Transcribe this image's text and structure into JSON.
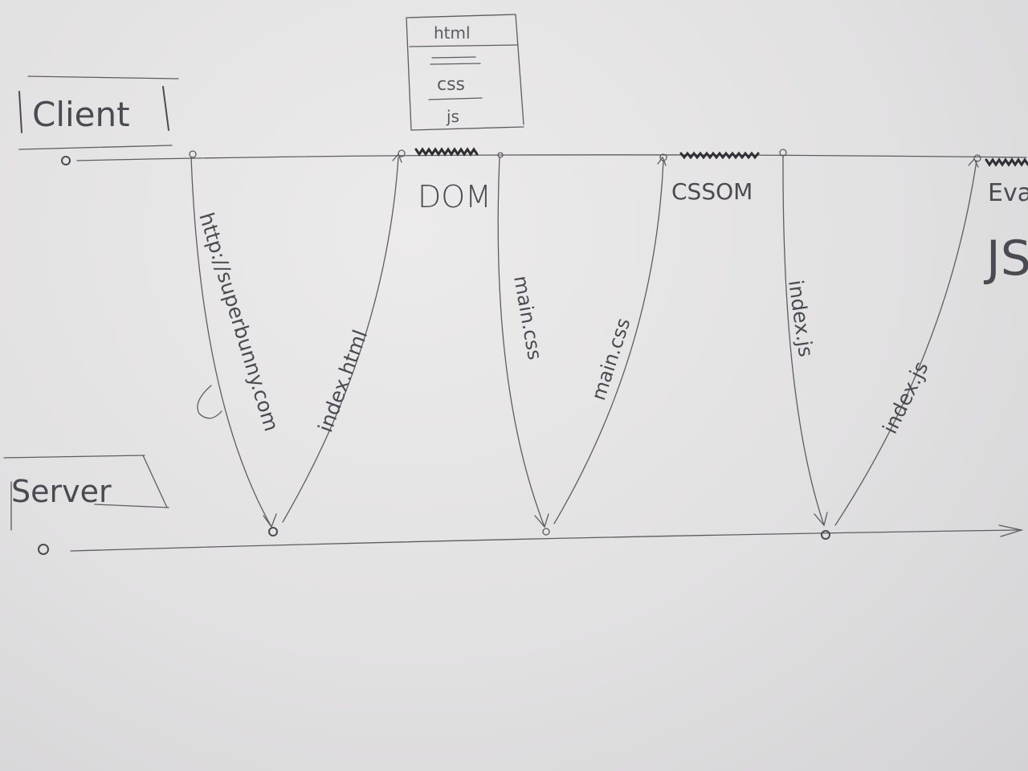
{
  "timelines": {
    "client_label": "Client",
    "server_label": "Server"
  },
  "document_box": {
    "title": "html",
    "css_label": "css",
    "js_label": "js"
  },
  "events": {
    "dom": "DOM",
    "cssom": "CSSOM",
    "evaluate": "Eva",
    "js": "JS"
  },
  "messages": [
    {
      "label": "http://superbunny.com",
      "direction": "request"
    },
    {
      "label": "index.html",
      "direction": "response"
    },
    {
      "label": "main.css",
      "direction": "request"
    },
    {
      "label": "main.css",
      "direction": "response"
    },
    {
      "label": "index.js",
      "direction": "request"
    },
    {
      "label": "index.js",
      "direction": "response"
    }
  ],
  "colors": {
    "ink": "#4f4f55",
    "paper": "#e5e4e5"
  }
}
